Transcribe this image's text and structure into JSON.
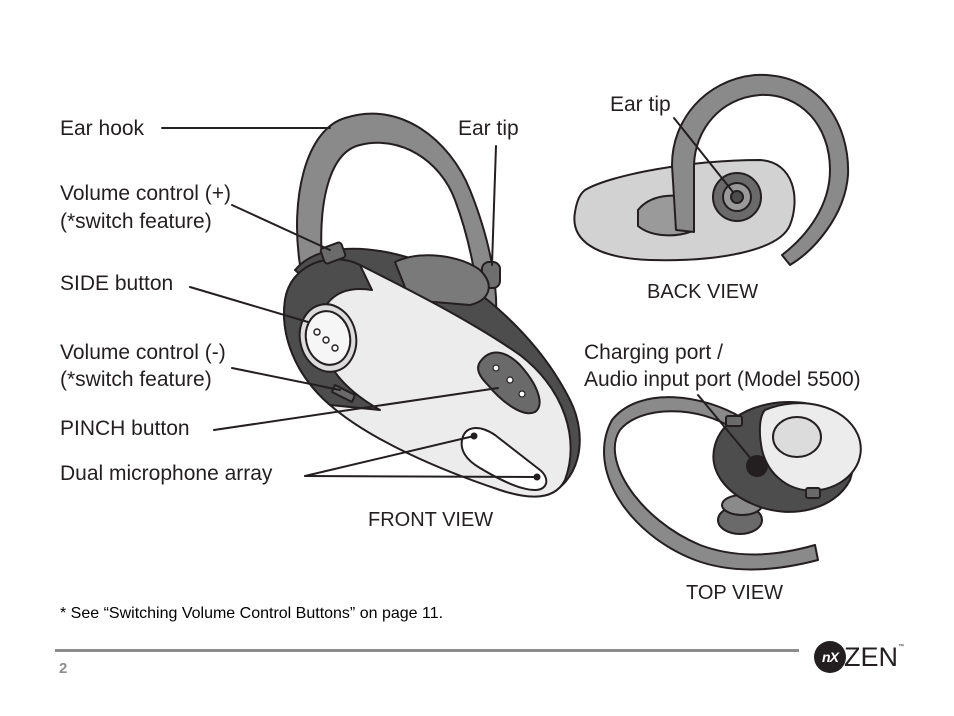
{
  "labels": {
    "ear_hook": "Ear hook",
    "ear_tip_front": "Ear tip",
    "volume_plus_line1": "Volume control (+)",
    "volume_plus_line2": "(*switch feature)",
    "side_button": "SIDE button",
    "volume_minus_line1": "Volume control (-)",
    "volume_minus_line2": "(*switch feature)",
    "pinch_button": "PINCH button",
    "dual_mic": "Dual microphone array",
    "ear_tip_back": "Ear tip",
    "charging_line1": "Charging port /",
    "charging_line2": "Audio input port (Model 5500)"
  },
  "views": {
    "front": "FRONT VIEW",
    "back": "BACK VIEW",
    "top": "TOP VIEW"
  },
  "footnote": "* See “Switching Volume Control Buttons” on page 11.",
  "footer": {
    "page_number": "2",
    "logo_mark": "nX",
    "logo_word": "ZEN",
    "logo_tm": "™"
  },
  "colors": {
    "dark_gray": "#4d4d4d",
    "mid_gray": "#8a8a8a",
    "light_gray": "#d2d2d2",
    "shell": "#ececec",
    "rule": "#8c8c8c"
  }
}
